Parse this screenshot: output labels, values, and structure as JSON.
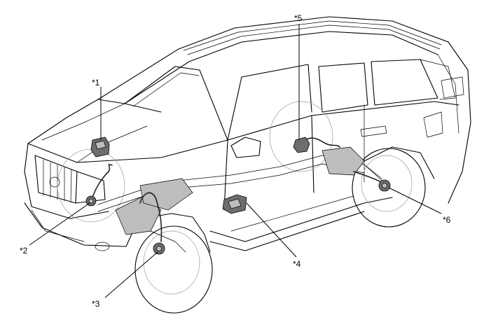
{
  "callouts": [
    {
      "id": "c1",
      "label": "*1"
    },
    {
      "id": "c2",
      "label": "*2"
    },
    {
      "id": "c3",
      "label": "*3"
    },
    {
      "id": "c4",
      "label": "*4"
    },
    {
      "id": "c5",
      "label": "*5"
    },
    {
      "id": "c6",
      "label": "*6"
    }
  ]
}
